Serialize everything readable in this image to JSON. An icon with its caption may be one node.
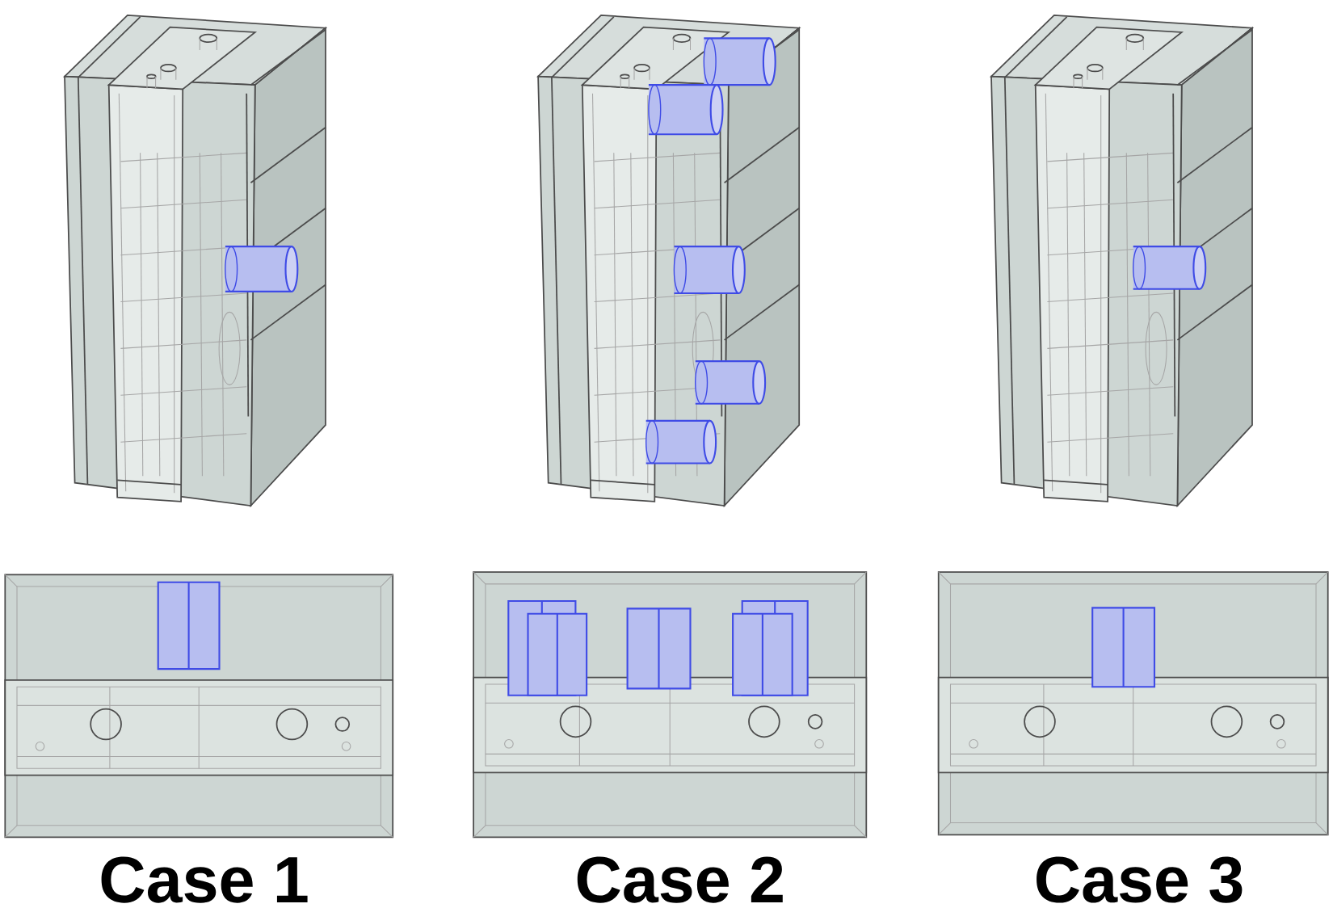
{
  "diagram": {
    "labels": [
      "Case 1",
      "Case 2",
      "Case 3"
    ]
  }
}
